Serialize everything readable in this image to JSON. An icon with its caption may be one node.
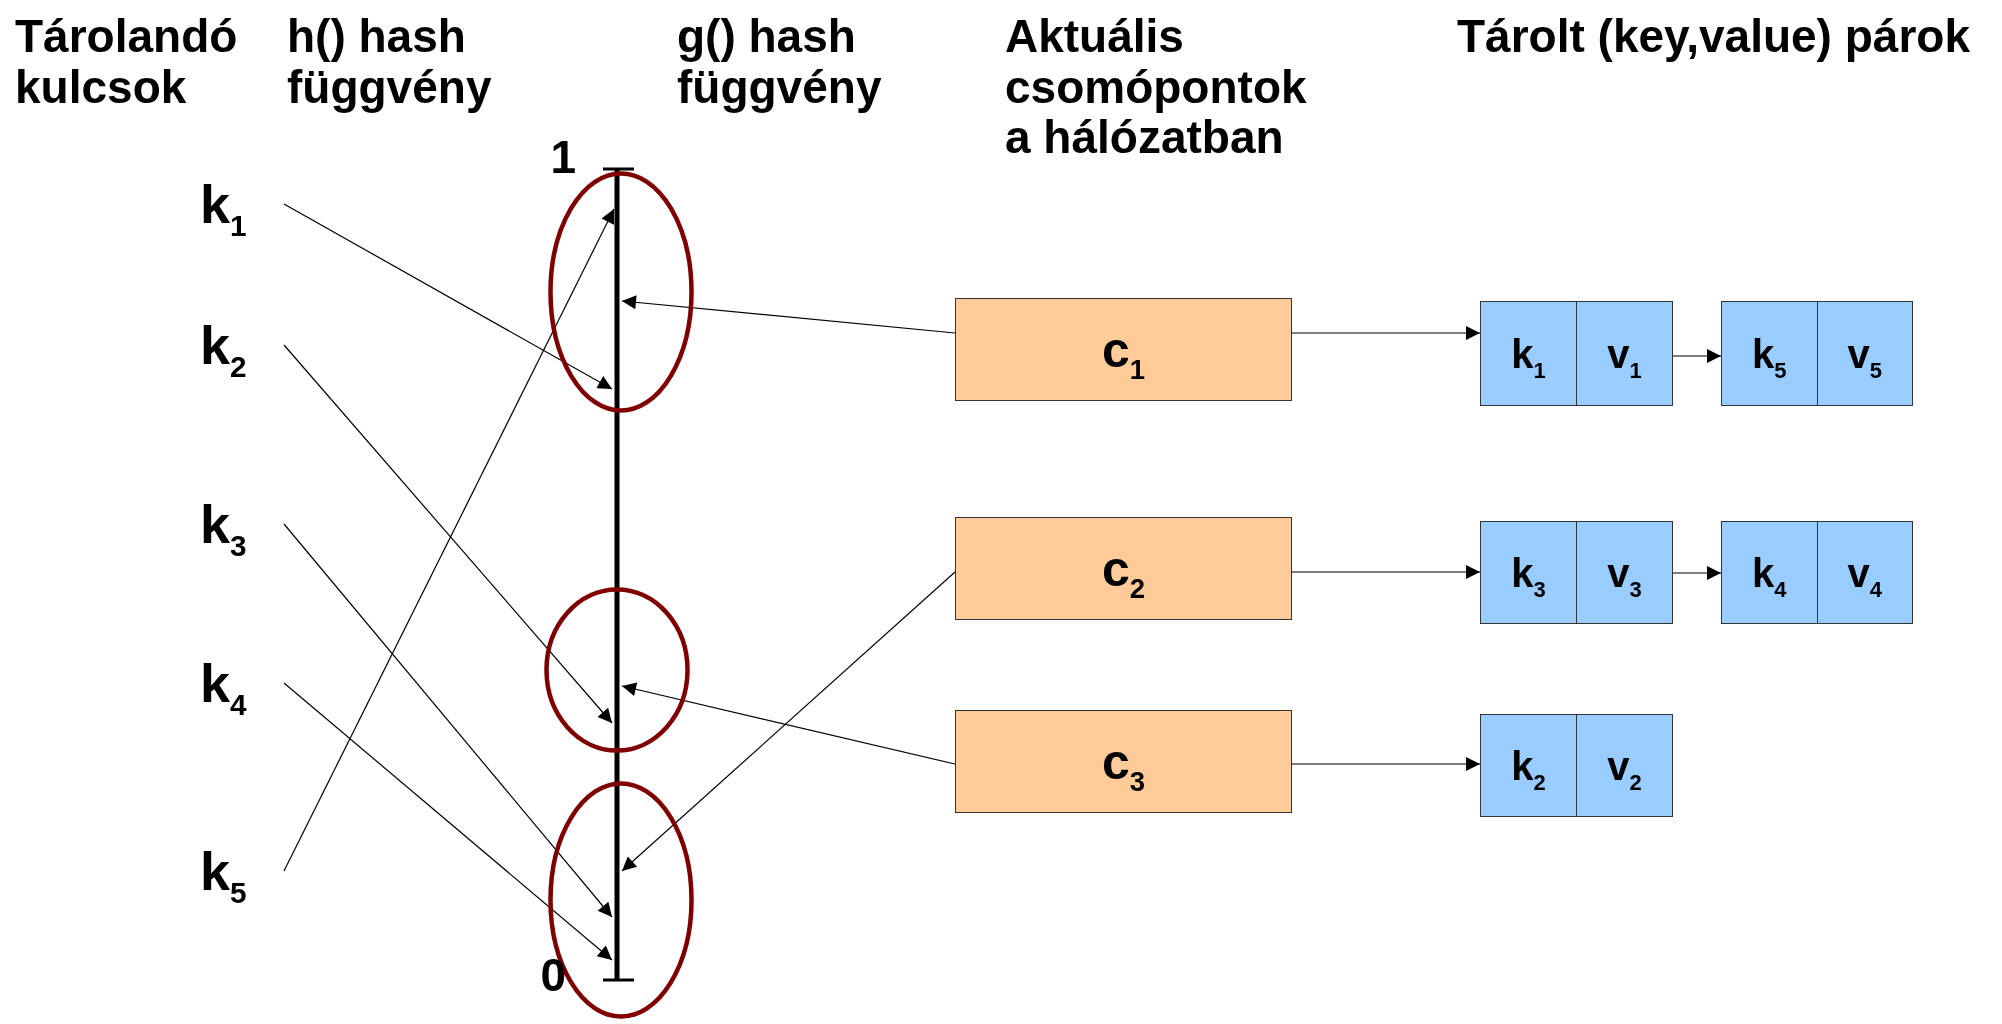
{
  "diagram": {
    "nodes": [
      {
        "text": [
          "k$_{1}$"
        ]
      },
      {
        "text": [
          "k$_{2}$"
        ]
      },
      {
        "text": [
          "k$_{3}$"
        ]
      },
      {
        "text": [
          "k$_{4}$"
        ]
      },
      {
        "text": [
          "k$_{5}$"
        ]
      },
      {
        "text": [],
        "shape": "circle"
      },
      {
        "text": [],
        "shape": "circle"
      },
      {
        "text": [],
        "shape": "circle"
      },
      {
        "text": [
          "c$_{1}$"
        ]
      },
      {
        "text": [
          "c$_{2}$"
        ]
      },
      {
        "text": [
          "c$_{3}$"
        ]
      },
      {
        "text": [
          "k$_{1}$",
          "v$_{1}$"
        ]
      },
      {
        "text": [
          "k$_{5}$",
          "v$_{5}$"
        ]
      },
      {
        "text": [
          "k$_{3}$",
          "v$_{3}$"
        ]
      },
      {
        "text": [
          "k$_{4}$",
          "v$_{4}$"
        ]
      },
      {
        "text": [
          "k$_{2}$",
          "v$_{2}$"
        ]
      }
    ],
    "edges": [
      {
        "from": 0,
        "to": 5,
        "arrow": "to"
      },
      {
        "from": 1,
        "to": 6,
        "arrow": "to"
      },
      {
        "from": 2,
        "to": 7,
        "arrow": "to"
      },
      {
        "from": 3,
        "to": 7,
        "arrow": "to"
      },
      {
        "from": 4,
        "to": 5,
        "arrow": "to"
      },
      {
        "from": 8,
        "to": 5,
        "arrow": "to"
      },
      {
        "from": 9,
        "to": 7,
        "arrow": "to"
      },
      {
        "from": 10,
        "to": 6,
        "arrow": "to"
      },
      {
        "from": 8,
        "to": 11,
        "arrow": "to"
      },
      {
        "from": 11,
        "to": 12,
        "arrow": "to"
      },
      {
        "from": 9,
        "to": 13,
        "arrow": "to"
      },
      {
        "from": 13,
        "to": 14,
        "arrow": "to"
      },
      {
        "from": 10,
        "to": 15,
        "arrow": "to"
      }
    ],
    "labels": [
      "Tárolandó kulcsok",
      "h() hash függvény",
      "g() hash függvény",
      "Aktuális csomópontok a hálózatban",
      "Tárolt (key,value) párok",
      "1",
      "0"
    ]
  }
}
